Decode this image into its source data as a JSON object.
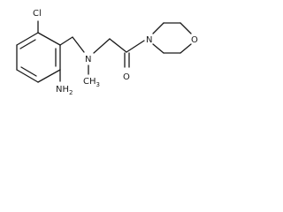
{
  "diagram": {
    "type": "chemical-structure",
    "atoms": {
      "chlorine": "Cl",
      "amine": "NH",
      "amine_sub": "2",
      "tertiary_n": "N",
      "methyl": "CH",
      "methyl_sub": "3",
      "carbonyl_o": "O",
      "morpholine_n": "N",
      "morpholine_o": "O"
    }
  }
}
